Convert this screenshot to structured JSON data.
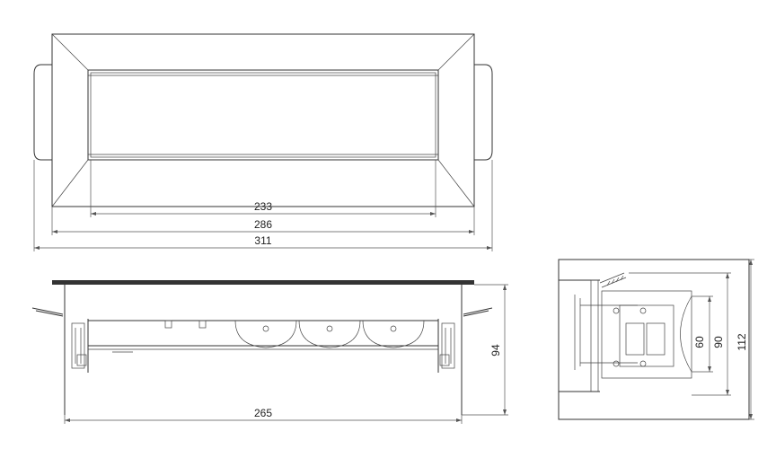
{
  "dimensions": {
    "top_view": {
      "opening_width": "233",
      "frame_width": "286",
      "overall_width": "311"
    },
    "front_view": {
      "body_width": "265",
      "body_height": "94"
    },
    "side_view": {
      "inner_height": "60",
      "mid_height": "90",
      "overall_height": "112"
    }
  }
}
